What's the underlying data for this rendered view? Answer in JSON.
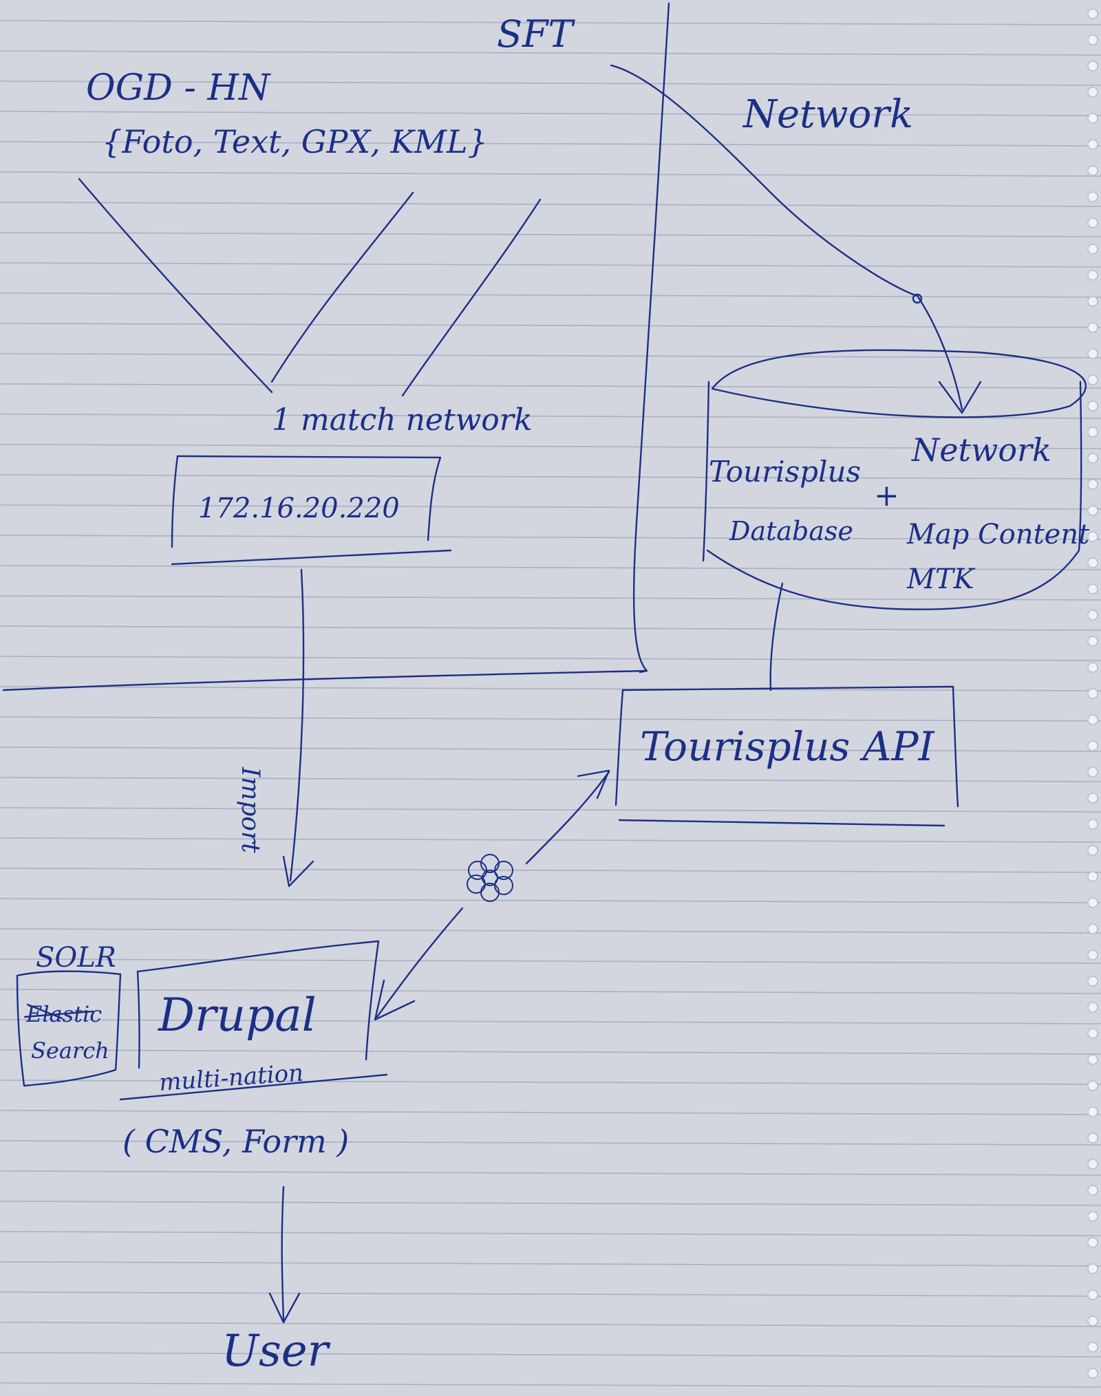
{
  "colors": {
    "ink": "#1c2f86",
    "paper": "#d3d6df",
    "rule_line": "#a9b0c4"
  },
  "labels": {
    "sft": "SFT",
    "ogd_source": "OGD - HN",
    "formats": "{Foto, Text, GPX, KML}",
    "match_network": "1 match network",
    "ip_address": "172.16.20.220",
    "network_top": "Network",
    "db_tourisplus": "Tourisplus",
    "db_database": "Database",
    "db_plus": "+",
    "db_network": "Network",
    "db_map_content": "Map Content",
    "db_mtk": "MTK",
    "api": "Tourisplus API",
    "import": "Import",
    "solr": "SOLR",
    "elastic_struck": "Elastic",
    "search": "Search",
    "drupal": "Drupal",
    "multi_nation": "multi-nation",
    "cms_form": "( CMS, Form )",
    "user": "User"
  },
  "icons": {
    "cluster": "cluster-icon"
  }
}
